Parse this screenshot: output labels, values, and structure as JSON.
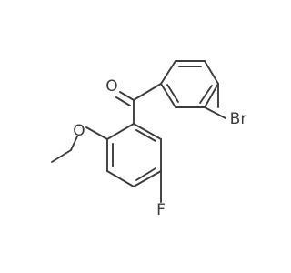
{
  "molecule": {
    "atoms": {
      "oxygen_carbonyl": "O",
      "bromine": "Br",
      "oxygen_methoxy": "O",
      "fluorine": "F"
    },
    "colors": {
      "bond": "#3c3c3c",
      "label": "#3c3c3c",
      "background": "#ffffff"
    }
  }
}
